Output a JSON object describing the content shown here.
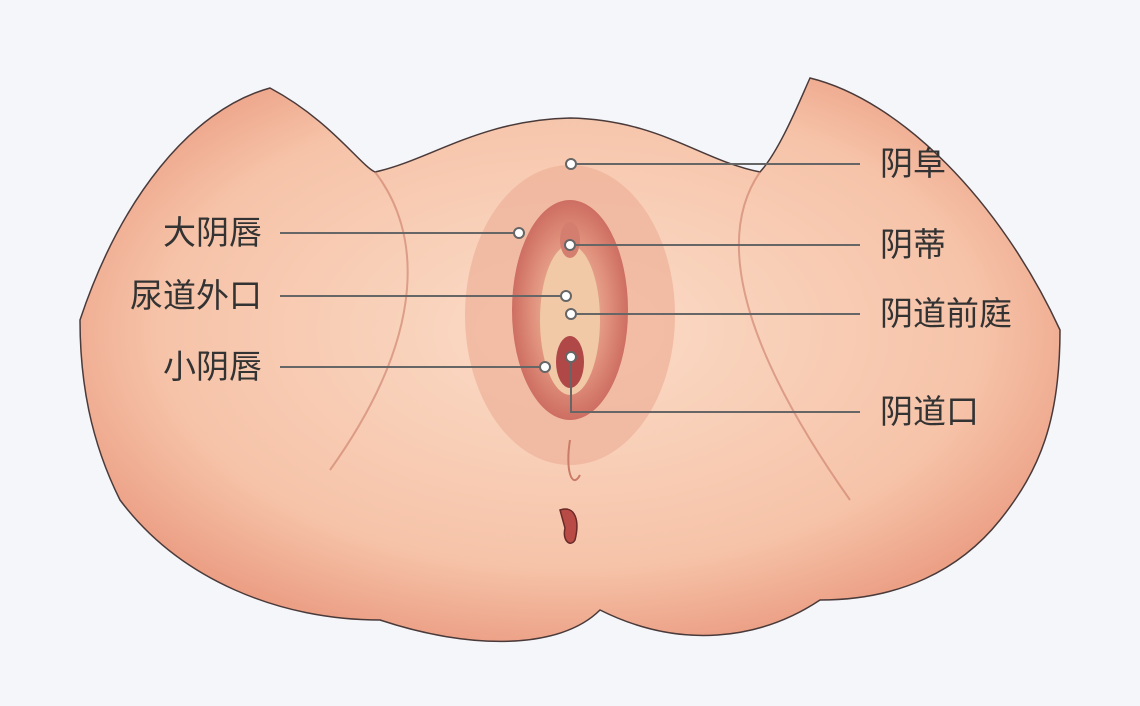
{
  "title": "Female external genital anatomy",
  "labels": {
    "mons_pubis": "阴阜",
    "labia_majora": "大阴唇",
    "clitoris": "阴蒂",
    "urethral_opening": "尿道外口",
    "vestibule": "阴道前庭",
    "labia_minora": "小阴唇",
    "vaginal_opening": "阴道口"
  },
  "colors": {
    "background": "#f4f6fa",
    "skin": "#f6c9b1",
    "skin_shadow": "#e79a82",
    "inner": "#d9756a",
    "leader_line": "#666666"
  }
}
